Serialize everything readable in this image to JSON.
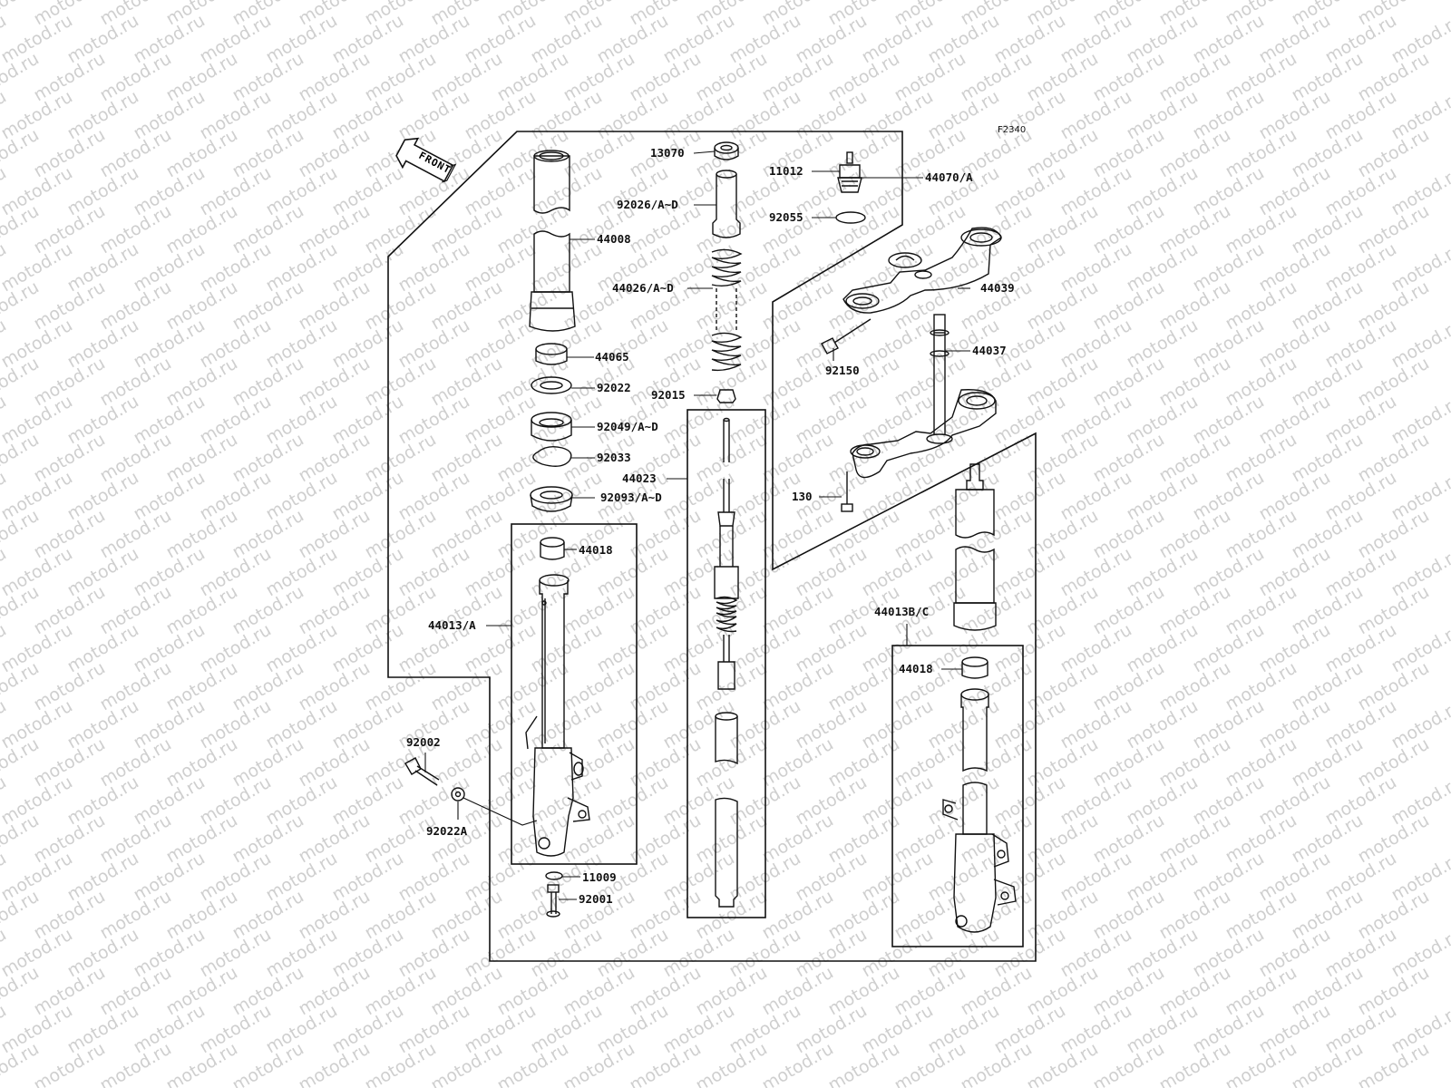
{
  "watermark_text": "motod.ru",
  "reference_code": "F2340",
  "direction_label": "FRONT",
  "parts": {
    "p13070": "13070",
    "p11012": "11012",
    "p44070": "44070/A",
    "p92026": "92026/A~D",
    "p92055": "92055",
    "p44008": "44008",
    "p44026": "44026/A~D",
    "p44039": "44039",
    "p44037": "44037",
    "p92150": "92150",
    "p44065": "44065",
    "p92022": "92022",
    "p92015": "92015",
    "p92049": "92049/A~D",
    "p92033": "92033",
    "p44023": "44023",
    "p130": "130",
    "p92093": "92093/A~D",
    "p44018a": "44018",
    "p44013": "44013/A",
    "p44013bc": "44013B/C",
    "p44018b": "44018",
    "p92002": "92002",
    "p92022a": "92022A",
    "p11009": "11009",
    "p92001": "92001"
  }
}
